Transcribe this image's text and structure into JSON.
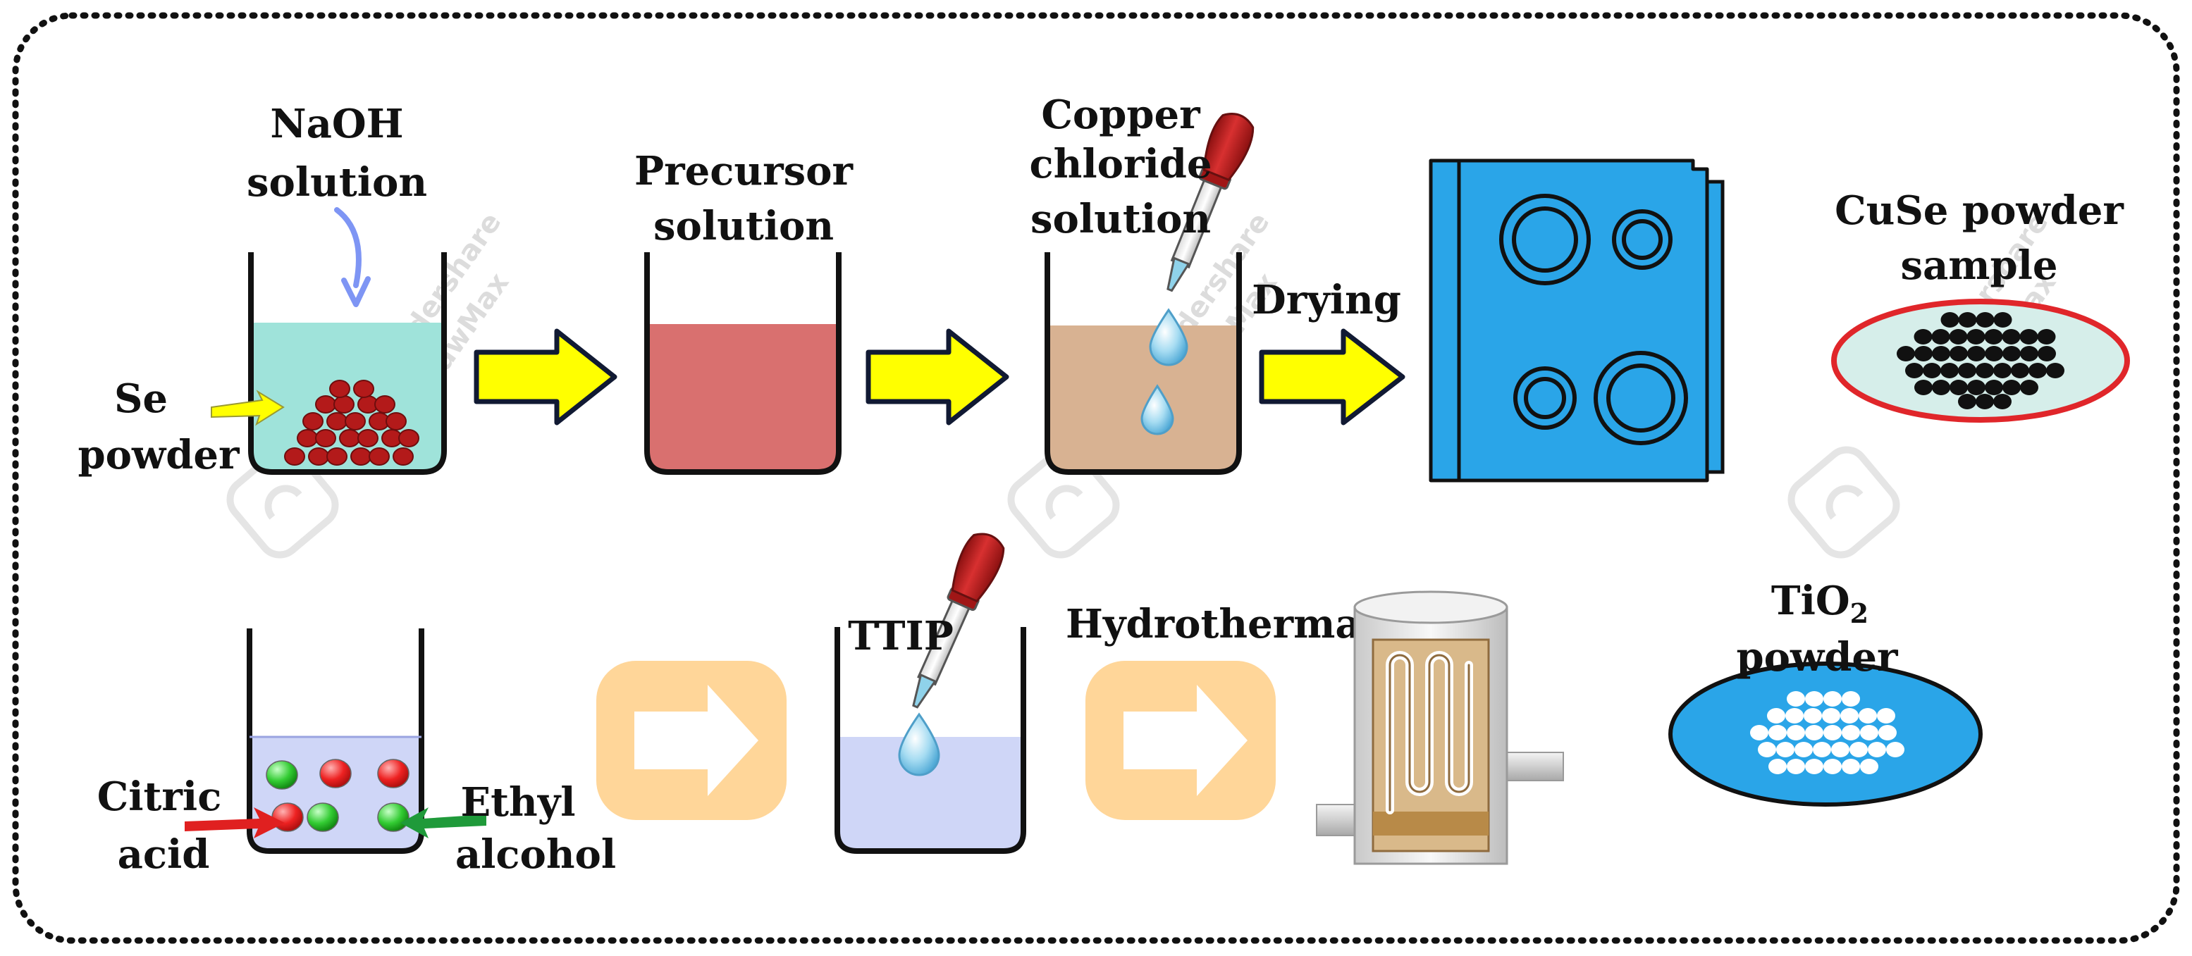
{
  "labels": {
    "naoh_line1": "NaOH",
    "naoh_line2": "solution",
    "se_line1": "Se",
    "se_line2": "powder",
    "precursor_line1": "Precursor",
    "precursor_line2": "solution",
    "copper_line1": "Copper",
    "copper_line2": "chloride",
    "copper_line3": "solution",
    "drying": "Drying",
    "cuse_line1": "CuSe powder",
    "cuse_line2": "sample",
    "ttip": "TTIP",
    "hydrothermal": "Hydrothermal",
    "tio2_line1": "TiO",
    "tio2_subscript": "2",
    "tio2_line2": "powder",
    "citric_line1": "Citric",
    "citric_line2": "acid",
    "ethyl_line1": "Ethyl",
    "ethyl_line2": "alcohol"
  },
  "watermark": {
    "line1": "Wondershare",
    "line2": "EdrawMax"
  },
  "colors": {
    "naoh_solution": "#9fe3da",
    "se_particles": "#b31a1a",
    "precursor_solution": "#d9706f",
    "copper_mix": "#d8b292",
    "dryer_body": "#2aa5e8",
    "cuse_dish_fill": "#d6eeea",
    "cuse_dish_rim": "#e0262a",
    "cuse_particles": "#111111",
    "tio2_dish": "#2aa5e8",
    "ttip_solution": "#cfd6f7",
    "dropper_bulb": "#b71c1c",
    "yellow_arrow": "#ffff00",
    "orange_arrow": "#ffd699",
    "citric_arrow": "#e02020",
    "ethyl_arrow": "#1f9a3a"
  }
}
